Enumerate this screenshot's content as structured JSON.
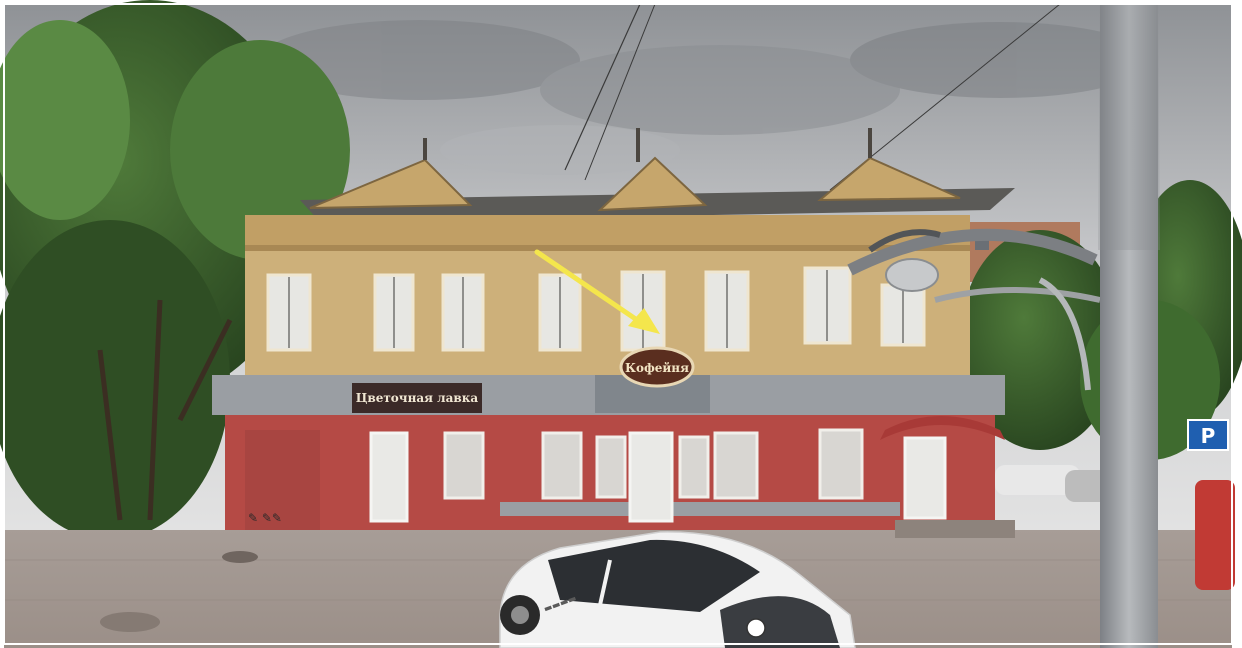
{
  "signs": {
    "flower_shop_title": "Цветочная лавка",
    "coffee_shop_title": "Кофейня",
    "parking": "P"
  },
  "colors": {
    "sky": "#c9cacc",
    "upper_facade": "#cdb07a",
    "lower_facade": "#b54a45",
    "signboard_band": "#9a9ea3",
    "arrow": "#f4e64c",
    "pavement": "#a89d95",
    "car": "#f2f2f2",
    "parking_sign": "#1f5fb0"
  },
  "annotation": {
    "arrow_icon": "arrow-pointing-to-coffee-sign"
  }
}
